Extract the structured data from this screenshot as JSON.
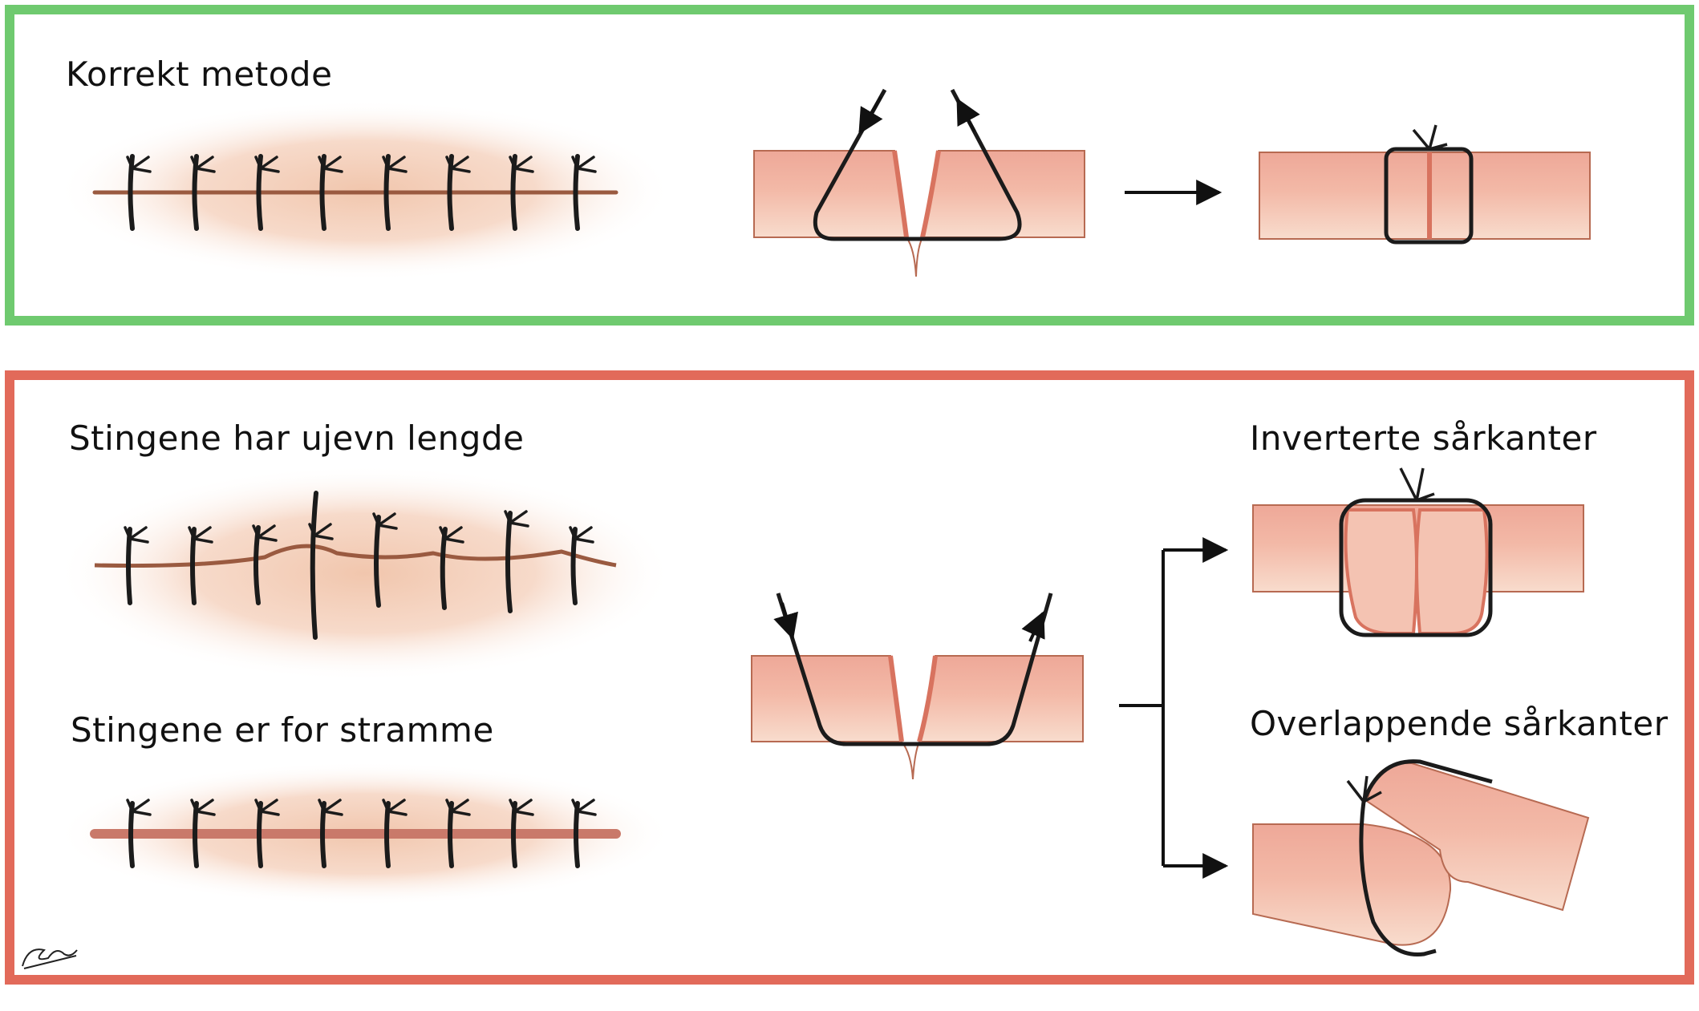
{
  "colors": {
    "correct_border": "#6fca6f",
    "wrong_border": "#e26a5a",
    "skin_surface": "#f7d5c5",
    "skin_deep": "#f0ad9c",
    "wound_edge": "#d8735f",
    "suture": "#1b1b1b"
  },
  "correct": {
    "title": "Korrekt metode"
  },
  "wrong": {
    "uneven_title": "Stingene har ujevn lengde",
    "tight_title": "Stingene er for stramme",
    "inverted_title": "Inverterte sårkanter",
    "overlap_title": "Overlappende sårkanter"
  },
  "icons": {
    "signature": "artist-signature-icon",
    "arrow": "arrow-right-icon"
  }
}
